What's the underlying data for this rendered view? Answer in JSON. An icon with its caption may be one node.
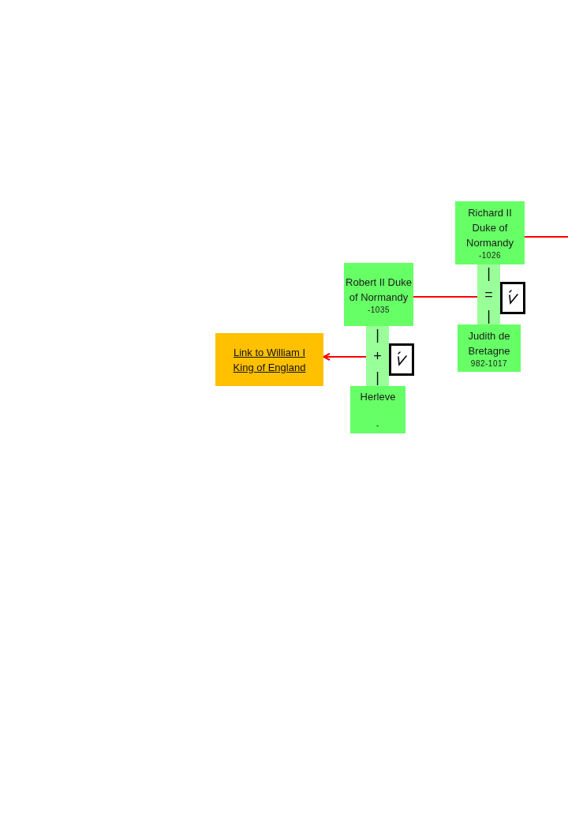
{
  "diagram": {
    "nodes": [
      {
        "text": [
          "Richard II Duke of Normandy",
          "-1026"
        ]
      },
      {
        "text": [
          "|",
          "=",
          "|"
        ]
      },
      {
        "text": [
          "Judith de Bretagne",
          "982-1017"
        ]
      },
      {
        "text": [
          "Robert II Duke of Normandy",
          "-1035"
        ]
      },
      {
        "text": [
          "|",
          "+",
          "|"
        ]
      },
      {
        "text": [
          "Herleve",
          "-"
        ]
      },
      {
        "text": [
          "Link to William I King of England"
        ]
      }
    ],
    "edges": [
      {
        "from": 0,
        "to": null,
        "arrow": "none"
      },
      {
        "from": 1,
        "to": 3,
        "arrow": "none"
      },
      {
        "from": 4,
        "to": 6,
        "arrow": "to"
      }
    ]
  }
}
